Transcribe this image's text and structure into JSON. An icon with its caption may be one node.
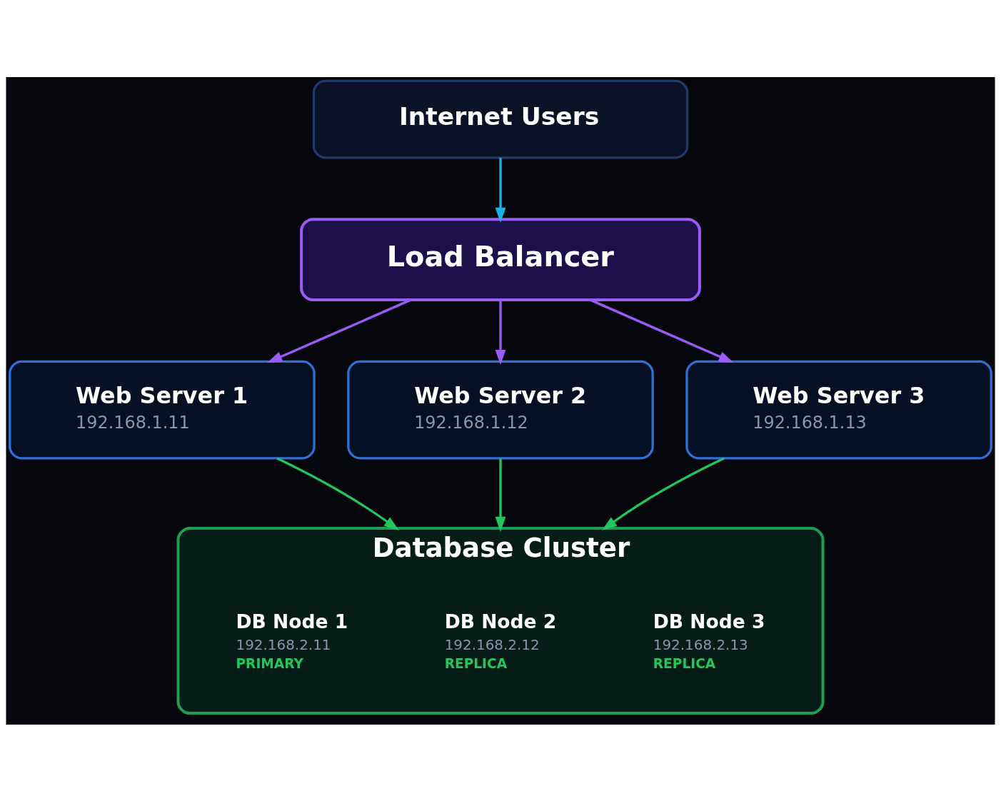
{
  "diagram": {
    "nodes": [
      {
        "text": [
          "Internet Users"
        ]
      },
      {
        "text": [
          "Load Balancer"
        ]
      },
      {
        "text": [
          "Web Server 1",
          "192.168.1.11"
        ]
      },
      {
        "text": [
          "Web Server 2",
          "192.168.1.12"
        ]
      },
      {
        "text": [
          "Web Server 3",
          "192.168.1.13"
        ]
      },
      {
        "text": [
          "Database Cluster"
        ]
      },
      {
        "text": [
          "DB Node 1",
          "192.168.2.11",
          "PRIMARY"
        ],
        "in": 5
      },
      {
        "text": [
          "DB Node 2",
          "192.168.2.12",
          "REPLICA"
        ],
        "in": 5
      },
      {
        "text": [
          "DB Node 3",
          "192.168.2.13",
          "REPLICA"
        ],
        "in": 5
      }
    ],
    "edges": [
      {
        "from": 0,
        "to": 1,
        "arrow": "to",
        "color": "#19b4e6"
      },
      {
        "from": 1,
        "to": 2,
        "arrow": "to",
        "color": "#9b5cf6"
      },
      {
        "from": 1,
        "to": 3,
        "arrow": "to",
        "color": "#9b5cf6"
      },
      {
        "from": 1,
        "to": 4,
        "arrow": "to",
        "color": "#9b5cf6"
      },
      {
        "from": 2,
        "to": 5,
        "arrow": "to",
        "color": "#22c55e"
      },
      {
        "from": 3,
        "to": 5,
        "arrow": "to",
        "color": "#22c55e"
      },
      {
        "from": 4,
        "to": 5,
        "arrow": "to",
        "color": "#22c55e"
      }
    ]
  }
}
